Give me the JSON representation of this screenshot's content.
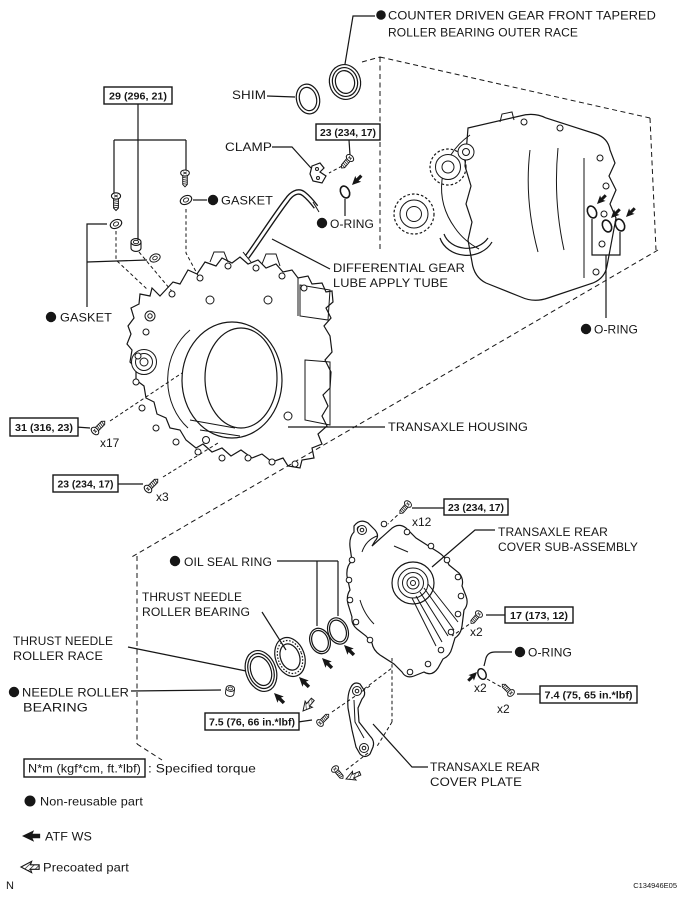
{
  "figure": {
    "code": "C134946E05",
    "page_marker": "N"
  },
  "labels": {
    "counter_race_1": "COUNTER DRIVEN GEAR FRONT TAPERED",
    "counter_race_2": "ROLLER BEARING OUTER RACE",
    "shim": "SHIM",
    "clamp": "CLAMP",
    "gasket_top": "GASKET",
    "gasket_left": "GASKET",
    "oring_tube": "O-RING",
    "oring_case": "O-RING",
    "oring_cover": "O-RING",
    "diff_tube_1": "DIFFERENTIAL GEAR",
    "diff_tube_2": "LUBE APPLY TUBE",
    "transaxle_housing": "TRANSAXLE HOUSING",
    "rear_cover_1": "TRANSAXLE REAR",
    "rear_cover_2": "COVER SUB-ASSEMBLY",
    "oil_seal_ring": "OIL SEAL RING",
    "thrust_bearing_1": "THRUST NEEDLE",
    "thrust_bearing_2": "ROLLER BEARING",
    "thrust_race_1": "THRUST NEEDLE",
    "thrust_race_2": "ROLLER RACE",
    "needle_bearing_1": "NEEDLE ROLLER",
    "needle_bearing_2": "BEARING",
    "cover_plate_1": "TRANSAXLE REAR",
    "cover_plate_2": "COVER PLATE"
  },
  "torques": {
    "bolt_29": "29 (296, 21)",
    "bolt_23_top": "23 (234, 17)",
    "bolt_31": "31 (316, 23)",
    "bolt_31_qty": "x17",
    "bolt_23_left": "23 (234, 17)",
    "bolt_23_left_qty": "x3",
    "bolt_23_mid": "23 (234, 17)",
    "bolt_23_mid_qty": "x12",
    "bolt_17": "17 (173, 12)",
    "bolt_17_qty": "x2",
    "bolt_74": "7.4 (75, 65 in.*lbf)",
    "bolt_74_qty": "x2",
    "bolt_75": "7.5 (76, 66 in.*lbf)",
    "oring_cover_qty": "x2"
  },
  "legend": {
    "torque_unit": "N*m (kgf*cm, ft.*lbf)",
    "torque_desc": ": Specified torque",
    "non_reusable": "Non-reusable part",
    "atf": "ATF WS",
    "precoated": "Precoated part"
  },
  "colors": {
    "line": "#161616",
    "bg": "#ffffff"
  }
}
